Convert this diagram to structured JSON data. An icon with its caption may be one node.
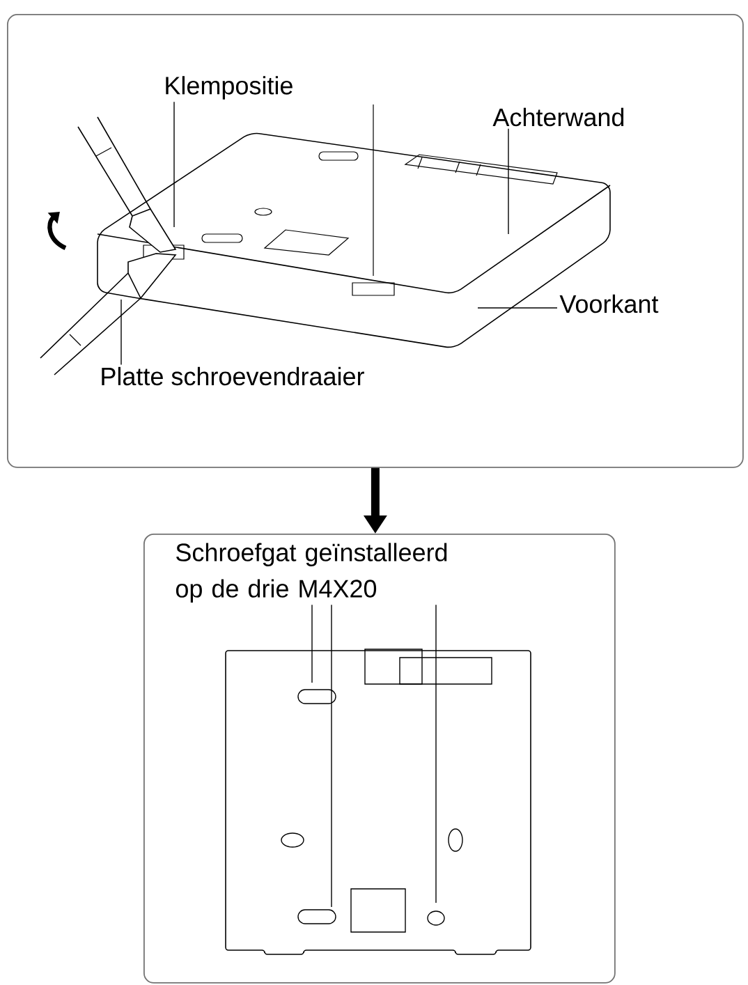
{
  "diagram": {
    "nodes": [
      {
        "text": [],
        "shape": "box"
      },
      {
        "text": [
          "Klempositie"
        ],
        "in": 0
      },
      {
        "text": [
          "Achterwand"
        ],
        "in": 0
      },
      {
        "text": [
          "Voorkant"
        ],
        "in": 0
      },
      {
        "text": [
          "Platte schroevendraaier"
        ],
        "in": 0
      },
      {
        "text": [],
        "shape": "box"
      },
      {
        "text": [
          "Schroefgat geïnstalleerd op de drie M4X20"
        ],
        "in": 5
      }
    ],
    "edges": [
      {
        "from": 0,
        "to": 5,
        "arrow": "to",
        "style": "thick"
      },
      {
        "from": 1,
        "to": null,
        "arrow": "none"
      },
      {
        "from": 2,
        "to": null,
        "arrow": "none"
      },
      {
        "from": 3,
        "to": null,
        "arrow": "none"
      },
      {
        "from": 4,
        "to": null,
        "arrow": "none"
      },
      {
        "from": 6,
        "to": null,
        "arrow": "none"
      },
      {
        "from": 6,
        "to": null,
        "arrow": "none"
      },
      {
        "from": 6,
        "to": null,
        "arrow": "none"
      }
    ]
  }
}
